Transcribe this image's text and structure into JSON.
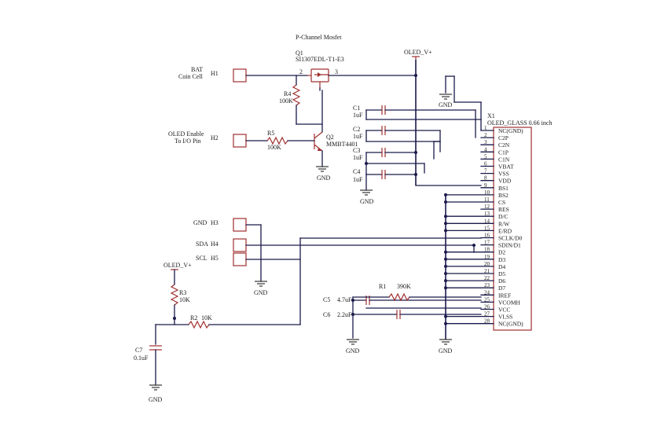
{
  "title": "P-Channel Mosfet",
  "q1": {
    "ref": "Q1",
    "part": "SI1307EDL-T1-E3",
    "pin2": "2",
    "pin3": "3"
  },
  "q2": {
    "ref": "Q2",
    "part": "MMBT4401"
  },
  "oled_v_top": "OLED_V+",
  "oled_v_left": "OLED_V+",
  "h1": {
    "ref": "H1",
    "label": "BAT",
    "sub": "Coin Cell"
  },
  "h2": {
    "ref": "H2",
    "label": "OLED Enable",
    "sub": "To I/O Pin"
  },
  "h3": {
    "ref": "H3",
    "label": "GND"
  },
  "h4": {
    "ref": "H4",
    "label": "SDA"
  },
  "h5": {
    "ref": "H5",
    "label": "SCL"
  },
  "r4": {
    "ref": "R4",
    "value": "100K"
  },
  "r5": {
    "ref": "R5",
    "value": "100K"
  },
  "r3": {
    "ref": "R3",
    "value": "10K"
  },
  "r2": {
    "ref": "R2",
    "value": "10K"
  },
  "r1": {
    "ref": "R1",
    "value": "390K"
  },
  "c1": {
    "ref": "C1",
    "value": "1uF"
  },
  "c2": {
    "ref": "C2",
    "value": "1uF"
  },
  "c3": {
    "ref": "C3",
    "value": "1uF"
  },
  "c4": {
    "ref": "C4",
    "value": "1uF"
  },
  "c5": {
    "ref": "C5",
    "value": "4.7uF"
  },
  "c6": {
    "ref": "C6",
    "value": "2.2uF"
  },
  "c7": {
    "ref": "C7",
    "value": "0.1uF"
  },
  "gnd": "GND",
  "x1": {
    "ref": "X1",
    "part": "OLED_GLASS 0.66 inch",
    "pins": [
      {
        "num": "1",
        "name": "NC(GND)"
      },
      {
        "num": "2",
        "name": "C2P"
      },
      {
        "num": "3",
        "name": "C2N"
      },
      {
        "num": "4",
        "name": "C1P"
      },
      {
        "num": "5",
        "name": "C1N"
      },
      {
        "num": "6",
        "name": "VBAT"
      },
      {
        "num": "7",
        "name": "VSS"
      },
      {
        "num": "8",
        "name": "VDD"
      },
      {
        "num": "9",
        "name": "BS1"
      },
      {
        "num": "10",
        "name": "BS2"
      },
      {
        "num": "11",
        "name": "CS"
      },
      {
        "num": "12",
        "name": "RES"
      },
      {
        "num": "13",
        "name": "D/C"
      },
      {
        "num": "14",
        "name": "R/W"
      },
      {
        "num": "15",
        "name": "E/RD"
      },
      {
        "num": "16",
        "name": "SCLK/D0"
      },
      {
        "num": "17",
        "name": "SDIN/D1"
      },
      {
        "num": "18",
        "name": "D2"
      },
      {
        "num": "19",
        "name": "D3"
      },
      {
        "num": "20",
        "name": "D4"
      },
      {
        "num": "21",
        "name": "D5"
      },
      {
        "num": "22",
        "name": "D6"
      },
      {
        "num": "23",
        "name": "D7"
      },
      {
        "num": "24",
        "name": "IREF"
      },
      {
        "num": "25",
        "name": "VCOMH"
      },
      {
        "num": "26",
        "name": "VCC"
      },
      {
        "num": "27",
        "name": "VLSS"
      },
      {
        "num": "28",
        "name": "NC(GND)"
      }
    ]
  }
}
